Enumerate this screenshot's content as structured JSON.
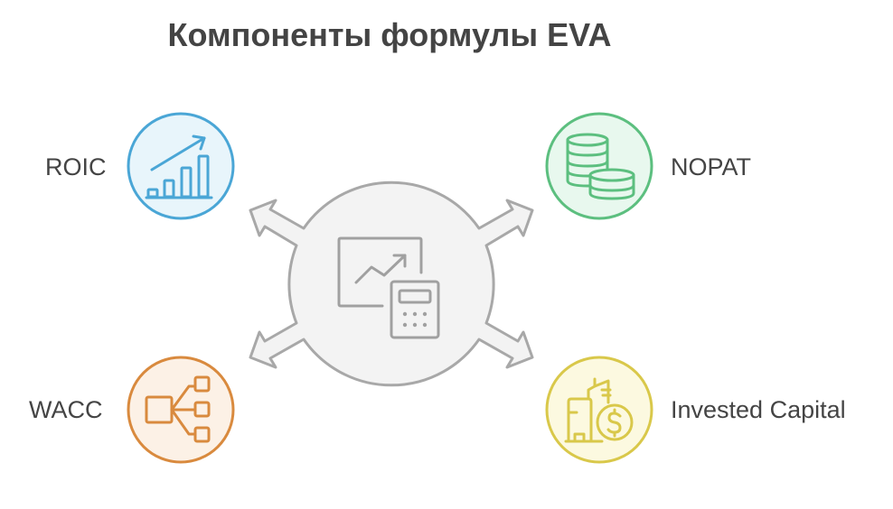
{
  "title": "Компоненты формулы EVA",
  "center": {
    "icon": "chart-calculator-icon",
    "fill": "#f3f3f3",
    "stroke": "#a8a8a8"
  },
  "components": [
    {
      "id": "roic",
      "label": "ROIC",
      "icon": "bar-chart-growth-icon",
      "fill": "#e8f5fb",
      "stroke": "#4aa6d6"
    },
    {
      "id": "nopat",
      "label": "NOPAT",
      "icon": "coin-stacks-icon",
      "fill": "#e8f8ee",
      "stroke": "#5cbf7f"
    },
    {
      "id": "wacc",
      "label": "WACC",
      "icon": "hierarchy-icon",
      "fill": "#fcf1e6",
      "stroke": "#d98a3e"
    },
    {
      "id": "invested-capital",
      "label": "Invested Capital",
      "icon": "building-dollar-icon",
      "fill": "#fcf9e0",
      "stroke": "#d9c84a"
    }
  ]
}
